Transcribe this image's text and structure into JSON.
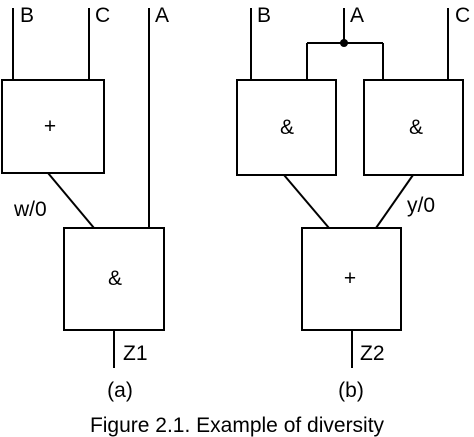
{
  "figure": {
    "caption": "Figure 2.1.  Example of diversity",
    "a": {
      "sublabel": "(a)",
      "inputs": [
        "B",
        "C",
        "A"
      ],
      "gate_top_op": "+",
      "gate_bottom_op": "&",
      "fault_label": "w/0",
      "output": "Z1"
    },
    "b": {
      "sublabel": "(b)",
      "inputs": [
        "B",
        "A",
        "C"
      ],
      "gate_left_op": "&",
      "gate_right_op": "&",
      "gate_bottom_op": "+",
      "fault_label": "y/0",
      "output": "Z2"
    }
  }
}
